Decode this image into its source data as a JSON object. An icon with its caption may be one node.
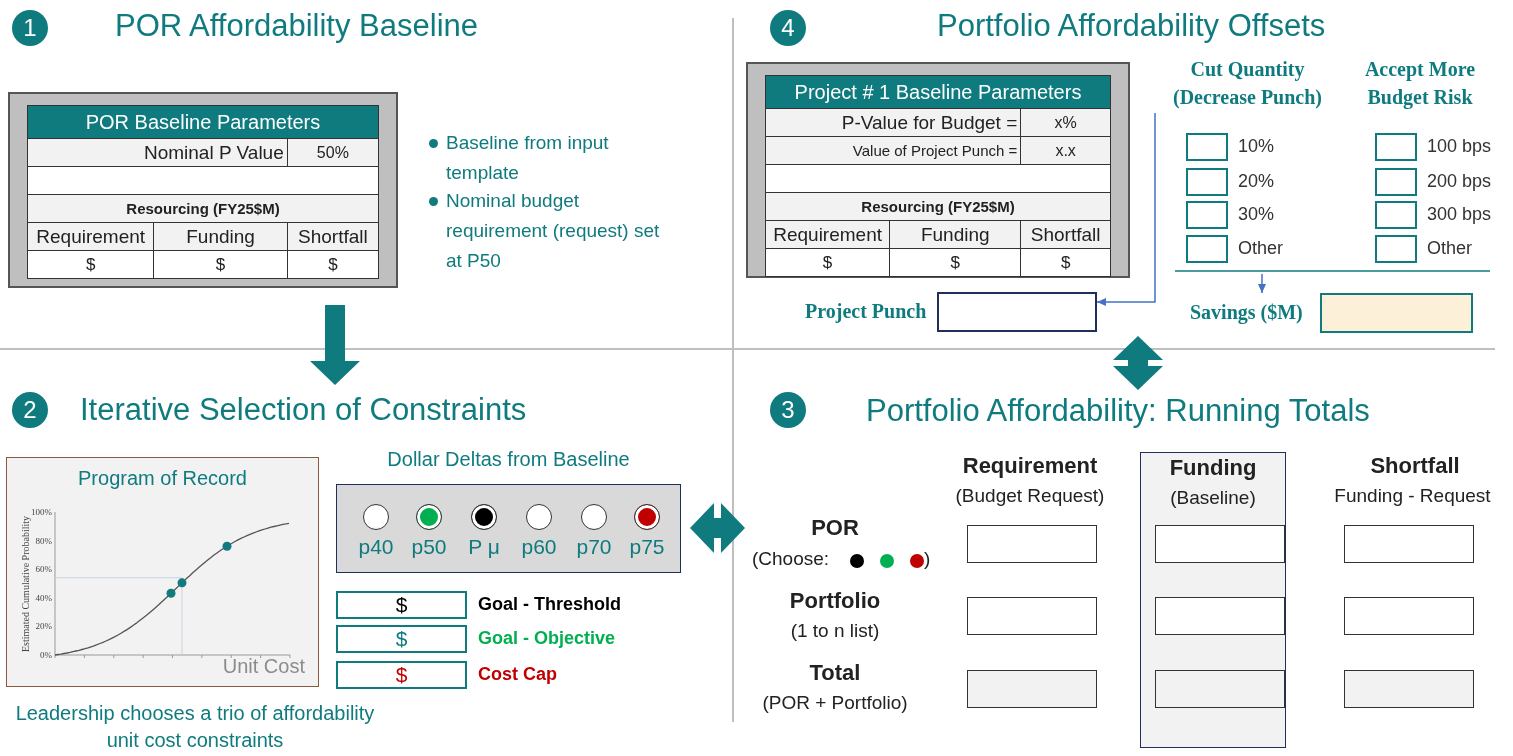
{
  "diagram": {
    "nodes": [
      {
        "text": [
          "POR Affordability Baseline"
        ]
      },
      {
        "text": [
          "1"
        ],
        "in": 0
      },
      {
        "text": [
          "POR Baseline Parameters",
          "Nominal P Value",
          "50%",
          "Resourcing (FY25$M)",
          "Requirement",
          "Funding",
          "Shortfall",
          "$",
          "$",
          "$"
        ],
        "in": 0
      },
      {
        "text": [
          "Portfolio Affordability Offsets"
        ]
      },
      {
        "text": [
          "4"
        ],
        "in": 3
      },
      {
        "text": [
          "Project # 1 Baseline Parameters",
          "P-Value for Budget =",
          "x%",
          "Value of Project Punch =",
          "x.x",
          "Resourcing (FY25$M)",
          "Requirement",
          "Funding",
          "Shortfall",
          "$",
          "$",
          "$"
        ],
        "in": 3
      },
      {
        "text": [
          "Cut Quantity (Decrease Punch)"
        ],
        "in": 3
      },
      {
        "text": [],
        "shape": "box",
        "beside": [
          "10%"
        ],
        "in": 3
      },
      {
        "text": [],
        "shape": "box",
        "beside": [
          "20%"
        ],
        "in": 3
      },
      {
        "text": [],
        "shape": "box",
        "beside": [
          "30%"
        ],
        "in": 3
      },
      {
        "text": [],
        "shape": "box",
        "beside": [
          "Other"
        ],
        "in": 3
      },
      {
        "text": [],
        "shape": "box",
        "beside": [
          "100 bps"
        ],
        "in": 3
      },
      {
        "text": [],
        "shape": "box",
        "beside": [
          "200 bps"
        ],
        "in": 3
      },
      {
        "text": [],
        "shape": "box",
        "beside": [
          "300 bps"
        ],
        "in": 3
      },
      {
        "text": [],
        "shape": "box",
        "beside": [
          "Other"
        ],
        "in": 3
      },
      {
        "text": [
          "Project Punch"
        ],
        "in": 3
      },
      {
        "text": [
          "Savings ($M)"
        ],
        "in": 3
      },
      {
        "text": [
          "Iterative Selection of Constraints"
        ]
      },
      {
        "text": [
          "2"
        ],
        "in": 17
      },
      {
        "text": [
          "Program of Record",
          "Estimated Cumulative Probability",
          "100%",
          "80%",
          "60%",
          "40%",
          "20%",
          "0%",
          "Unit Cost"
        ],
        "in": 17
      },
      {
        "text": [
          "Dollar Deltas from Baseline"
        ],
        "in": 17
      },
      {
        "text": [],
        "shape": "circle",
        "beside": [
          "p40"
        ],
        "in": 20
      },
      {
        "text": [],
        "shape": "circle",
        "beside": [
          "p50"
        ],
        "in": 20
      },
      {
        "text": [],
        "shape": "circle",
        "beside": [
          "P μ"
        ],
        "in": 20
      },
      {
        "text": [],
        "shape": "circle",
        "beside": [
          "p60"
        ],
        "in": 20
      },
      {
        "text": [],
        "shape": "circle",
        "beside": [
          "p70"
        ],
        "in": 20
      },
      {
        "text": [],
        "shape": "circle",
        "beside": [
          "p75"
        ],
        "in": 20
      },
      {
        "text": [
          "$"
        ],
        "beside": [
          "Goal - Threshold"
        ],
        "in": 17
      },
      {
        "text": [
          "$"
        ],
        "beside": [
          "Goal - Objective"
        ],
        "in": 17
      },
      {
        "text": [
          "$"
        ],
        "beside": [
          "Cost Cap"
        ],
        "in": 17
      },
      {
        "text": [
          "Portfolio Affordability: Running Totals"
        ]
      },
      {
        "text": [
          "3"
        ],
        "in": 30
      },
      {
        "text": [
          "Funding",
          "(Baseline)"
        ],
        "in": 30
      },
      {
        "text": [],
        "shape": "box",
        "in": 30
      },
      {
        "text": [],
        "shape": "box",
        "in": 32
      },
      {
        "text": [],
        "shape": "box",
        "in": 30
      },
      {
        "text": [],
        "shape": "box",
        "in": 30
      },
      {
        "text": [],
        "shape": "box",
        "in": 32
      },
      {
        "text": [],
        "shape": "box",
        "in": 30
      },
      {
        "text": [],
        "shape": "box",
        "in": 30
      },
      {
        "text": [],
        "shape": "box",
        "in": 32
      },
      {
        "text": [],
        "shape": "box",
        "in": 30
      }
    ],
    "edges": [
      {
        "from": 0,
        "to": 17,
        "arrow": "to"
      },
      {
        "from": 3,
        "to": 30,
        "arrow": "both"
      },
      {
        "from": 17,
        "to": 30,
        "arrow": "both"
      },
      {
        "from": 6,
        "to": 15,
        "arrow": "to",
        "color": "#4472c4"
      },
      {
        "from": null,
        "to": 16,
        "arrow": "to",
        "color": "#4472c4"
      }
    ],
    "labels": [
      "Baseline from input template",
      "Nominal budget requirement (request) set at P50",
      "Accept More Budget Risk",
      "Leadership chooses a trio of affordability unit cost constraints",
      "Requirement",
      "(Budget Request)",
      "Shortfall",
      "Funding - Request",
      "POR",
      "(Choose:",
      ")",
      "Portfolio",
      "(1 to n list)",
      "Total",
      "(POR + Portfolio)"
    ]
  }
}
